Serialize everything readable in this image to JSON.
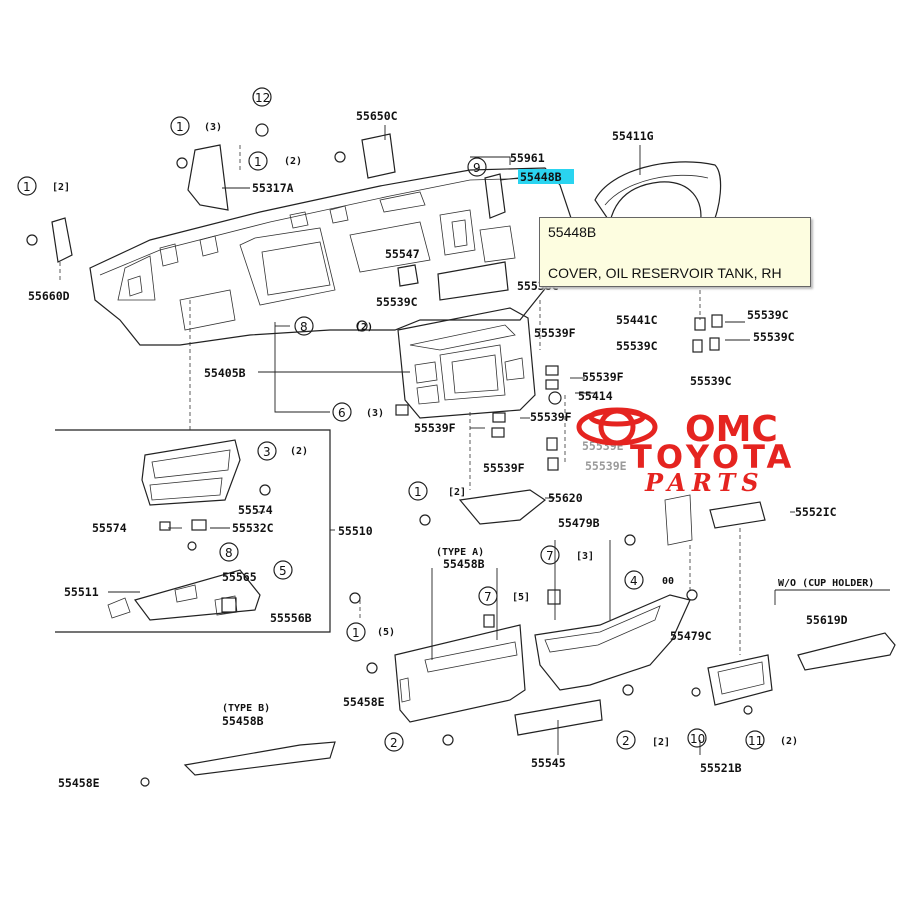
{
  "tooltip": {
    "code": "55448B",
    "description": "COVER, OIL RESERVOIR TANK, RH"
  },
  "watermark": {
    "line1": "OMC",
    "line2": "TOYOTA",
    "line3": "PARTS",
    "color": "#e52420"
  },
  "highlight_color": "#2ad4f0",
  "parts": {
    "p55660D": "55660D",
    "p55317A": "55317A",
    "p55650C": "55650C",
    "p55961": "55961",
    "p55448B": "55448B",
    "p55411G": "55411G",
    "p55547": "55547",
    "p55539C_a": "55539C",
    "p55530C": "5553UC",
    "p55441C": "55441C",
    "p55539C_b": "55539C",
    "p55539C_c": "55539C",
    "p55539C_d": "55539C",
    "p55539C_e": "55539C",
    "p55405B": "55405B",
    "p55539F_a": "55539F",
    "p55539F_b": "55539F",
    "p55414": "55414",
    "p55539F_c": "55539F",
    "p55539F_d": "55539F",
    "p55539F_e": "55539F",
    "p55539E_a": "55539E",
    "p55539E_b": "55539E",
    "p55574_a": "55574",
    "p55574_b": "55574",
    "p55532C": "55532C",
    "p55510": "55510",
    "p55511": "55511",
    "p55565": "55565",
    "p55556B": "55556B",
    "p55620": "55620",
    "p55479B": "55479B",
    "p55521C": "5552IC",
    "p55458B_a": "55458B",
    "p55479C": "55479C",
    "p55619D": "55619D",
    "p55458E_a": "55458E",
    "p55545": "55545",
    "p55521B": "55521B",
    "p55458B_b": "55458B",
    "p55458E_b": "55458E"
  },
  "notes": {
    "type_a": "(TYPE A)",
    "type_b": "(TYPE B)",
    "cup_holder": "W/O (CUP HOLDER)",
    "q3": "(3)",
    "q2": "(2)",
    "q5": "(5)",
    "q_b2": "[2]",
    "q_b5": "[5]",
    "q_b3": "[3]",
    "q00": "00"
  },
  "circles": {
    "c1": "1",
    "c2": "2",
    "c3": "3",
    "c4": "4",
    "c5": "5",
    "c6": "6",
    "c7": "7",
    "c8": "8",
    "c9": "9",
    "c10": "10",
    "c11": "11",
    "c12": "12"
  }
}
